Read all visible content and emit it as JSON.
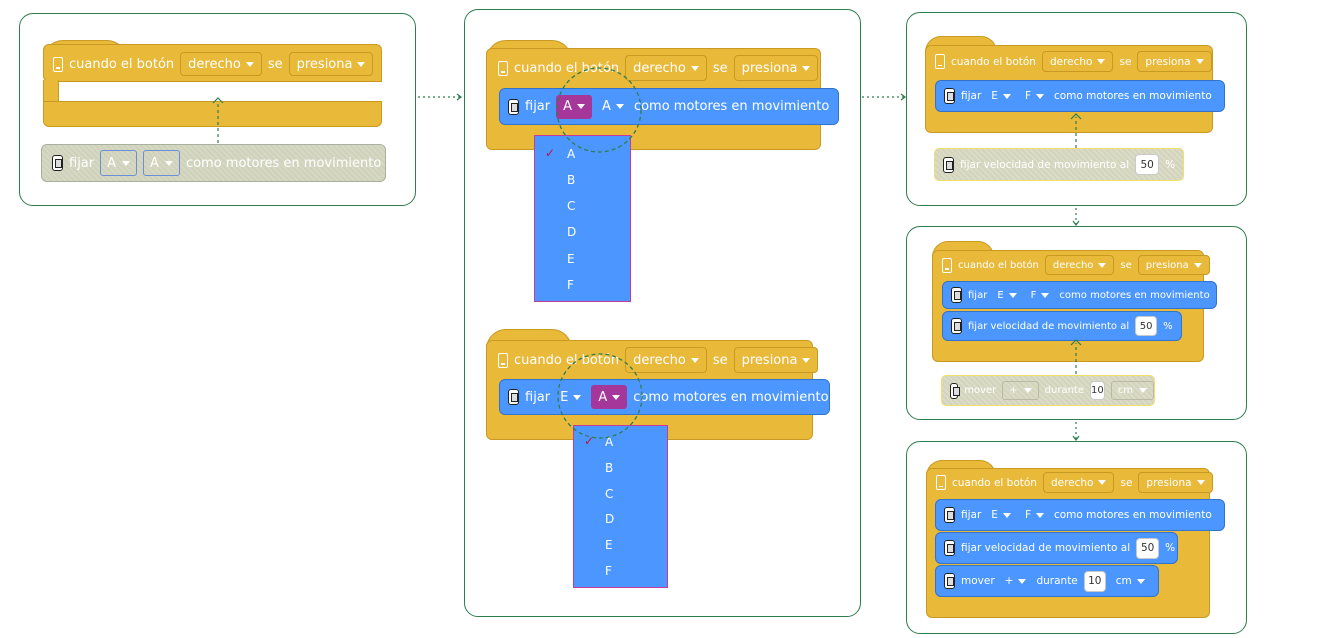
{
  "labels": {
    "when_button": "cuando el botón",
    "right": "derecho",
    "se": "se",
    "pressed": "presiona",
    "set": "fijar",
    "as_motors": "como motores en movimiento",
    "set_speed": "fijar velocidad de movimiento al",
    "percent": "%",
    "move": "mover",
    "during": "durante",
    "cm": "cm",
    "plus": "+"
  },
  "values": {
    "motor_a": "A",
    "motor_e": "E",
    "motor_f": "F",
    "speed": "50",
    "distance": "10"
  },
  "dropdown_options": [
    "A",
    "B",
    "C",
    "D",
    "E",
    "F"
  ],
  "colors": {
    "panel_border": "#2e7d4f",
    "event_block": "#e9b93a",
    "motion_block": "#4c97ff",
    "selected_field": "#a5379a",
    "connector": "#2e7d4f"
  },
  "icons": {
    "hub": "phone-icon",
    "motor": "motor-icon",
    "check": "checkmark-icon"
  }
}
